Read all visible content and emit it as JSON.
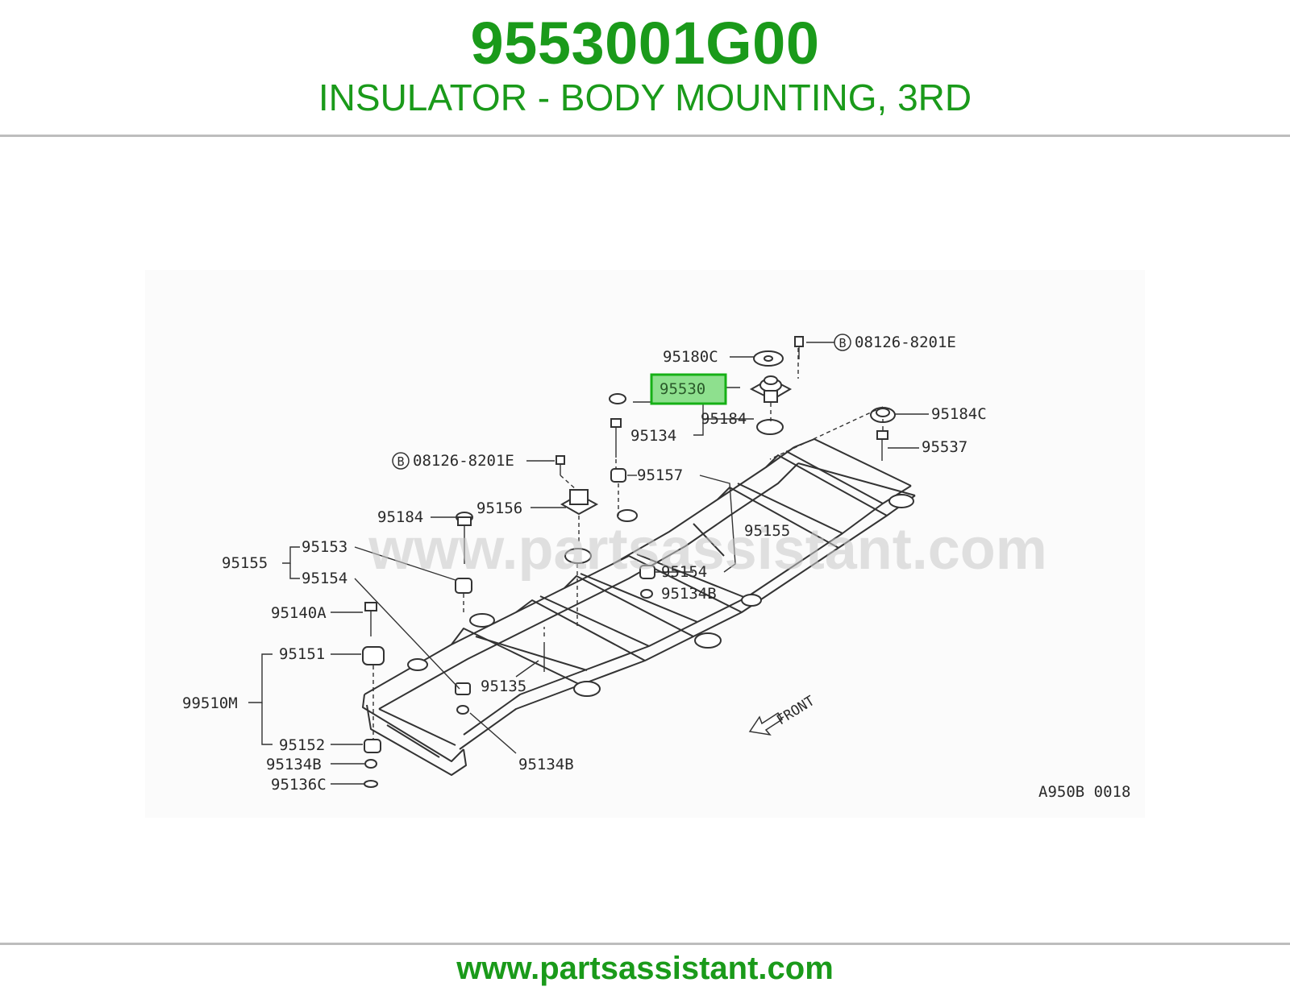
{
  "header": {
    "part_number": "9553001G00",
    "description": "INSULATOR - BODY MOUNTING, 3RD"
  },
  "diagram": {
    "watermark": "www.partsassistant.com",
    "reference_code": "A950B 0018",
    "front_label": "FRONT",
    "highlighted_label": "95530",
    "labels": {
      "l_95180c": "95180C",
      "l_08126_top": "08126-8201E",
      "l_95530": "95530",
      "l_95184_top": "95184",
      "l_95184c": "95184C",
      "l_95134_top": "95134",
      "l_95537": "95537",
      "l_08126_mid": "08126-8201E",
      "l_95157": "95157",
      "l_95156": "95156",
      "l_95184_left": "95184",
      "l_95155_right": "95155",
      "l_95153": "95153",
      "l_95155_left": "95155",
      "l_95154_left": "95154",
      "l_95154_right": "95154",
      "l_95134b_right": "95134B",
      "l_95140a": "95140A",
      "l_95151": "95151",
      "l_95135": "95135",
      "l_99510m": "99510M",
      "l_95152": "95152",
      "l_95134b_bottom": "95134B",
      "l_95134b_left": "95134B",
      "l_95136c": "95136C"
    },
    "circle_marker": "B"
  },
  "footer": {
    "url": "www.partsassistant.com"
  },
  "colors": {
    "brand_green": "#1a9a1a",
    "highlight_fill": "#8ee08e",
    "highlight_border": "#16b016",
    "rule": "#bdbdbd"
  }
}
